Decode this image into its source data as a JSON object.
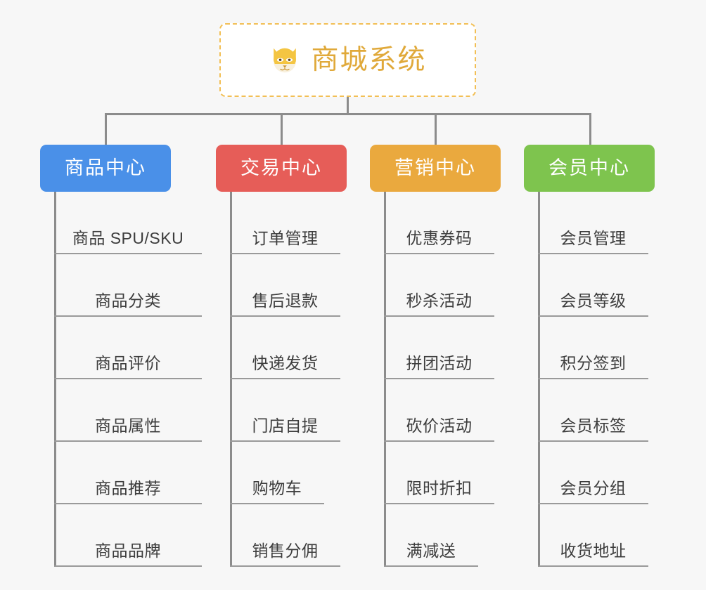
{
  "diagram": {
    "background_color": "#f7f7f7",
    "connector_color": "#8c8c8c",
    "root": {
      "icon": "shiba-dog-face-icon",
      "title": "商城系统",
      "border_color": "#f2bf55",
      "text_color": "#e0a93a"
    },
    "branches": [
      {
        "id": "product-center",
        "label": "商品中心",
        "color": "#4a90e8",
        "items": [
          "商品 SPU/SKU",
          "商品分类",
          "商品评价",
          "商品属性",
          "商品推荐",
          "商品品牌"
        ]
      },
      {
        "id": "trade-center",
        "label": "交易中心",
        "color": "#e65d58",
        "items": [
          "订单管理",
          "售后退款",
          "快递发货",
          "门店自提",
          "购物车",
          "销售分佣"
        ]
      },
      {
        "id": "marketing-center",
        "label": "营销中心",
        "color": "#eaa93e",
        "items": [
          "优惠券码",
          "秒杀活动",
          "拼团活动",
          "砍价活动",
          "限时折扣",
          "满减送"
        ]
      },
      {
        "id": "member-center",
        "label": "会员中心",
        "color": "#7ec44e",
        "items": [
          "会员管理",
          "会员等级",
          "积分签到",
          "会员标签",
          "会员分组",
          "收货地址"
        ]
      }
    ]
  }
}
